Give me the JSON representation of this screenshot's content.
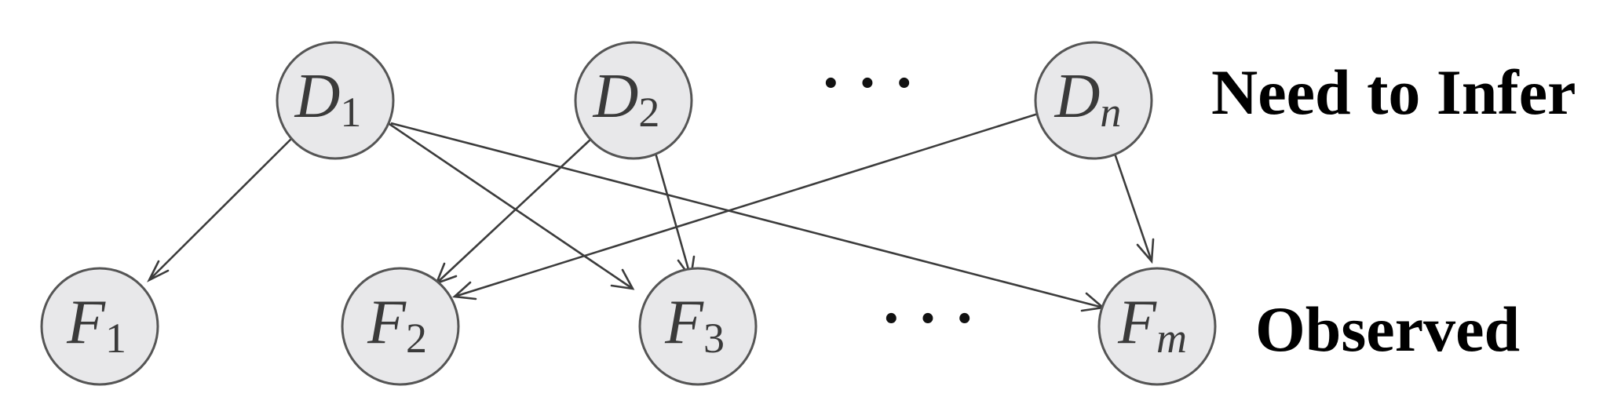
{
  "nodes": {
    "d1": {
      "letter": "D",
      "sub": "1"
    },
    "d2": {
      "letter": "D",
      "sub": "2"
    },
    "dn": {
      "letter": "D",
      "sub": "n"
    },
    "f1": {
      "letter": "F",
      "sub": "1"
    },
    "f2": {
      "letter": "F",
      "sub": "2"
    },
    "f3": {
      "letter": "F",
      "sub": "3"
    },
    "fm": {
      "letter": "F",
      "sub": "m"
    }
  },
  "edges": [
    {
      "from": "D1",
      "to": "F1"
    },
    {
      "from": "D1",
      "to": "F3"
    },
    {
      "from": "D1",
      "to": "Fm"
    },
    {
      "from": "D2",
      "to": "F2"
    },
    {
      "from": "D2",
      "to": "F3"
    },
    {
      "from": "Dn",
      "to": "F2"
    },
    {
      "from": "Dn",
      "to": "Fm"
    }
  ],
  "ellipsis": {
    "top": "· · ·",
    "bottom": "· · ·"
  },
  "labels": {
    "top": "Need to Infer",
    "bottom": "Observed"
  }
}
